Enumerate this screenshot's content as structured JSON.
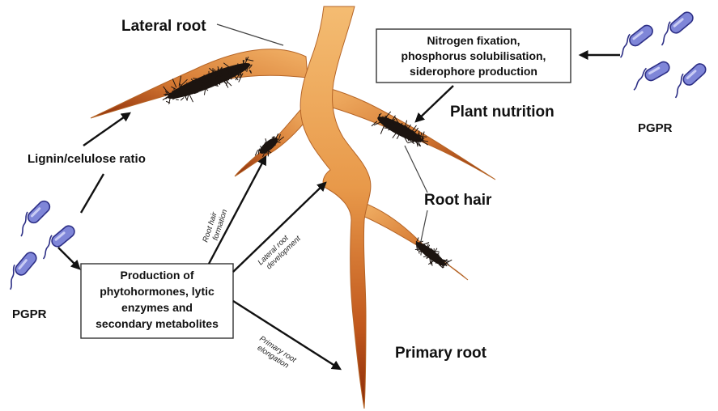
{
  "labels": {
    "lateral_root": "Lateral root",
    "plant_nutrition": "Plant nutrition",
    "root_hair": "Root hair",
    "primary_root": "Primary root",
    "lignin_ratio": "Lignin/celulose ratio",
    "pgpr_left": "PGPR",
    "pgpr_right": "PGPR"
  },
  "top_box": {
    "lines": [
      "Nitrogen fixation,",
      "phosphorus solubilisation,",
      "siderophore production"
    ]
  },
  "bottom_box": {
    "lines": [
      "Production of",
      "phytohormones, lytic",
      "enzymes and",
      "secondary metabolites"
    ]
  },
  "arrow_labels": {
    "root_hair_formation": [
      "Root hair",
      "formation"
    ],
    "lateral_root_development": [
      "Lateral root",
      "development"
    ],
    "primary_root_elongation": [
      "Primary root",
      "elongation"
    ]
  },
  "colors": {
    "root_light": "#f2b267",
    "root_mid": "#dc8a3e",
    "root_dark": "#a8420f",
    "root_tip": "#8a2a08",
    "bacteria_fill": "#7f86d8",
    "bacteria_stroke": "#2d2f86",
    "hair": "#1c1410"
  }
}
